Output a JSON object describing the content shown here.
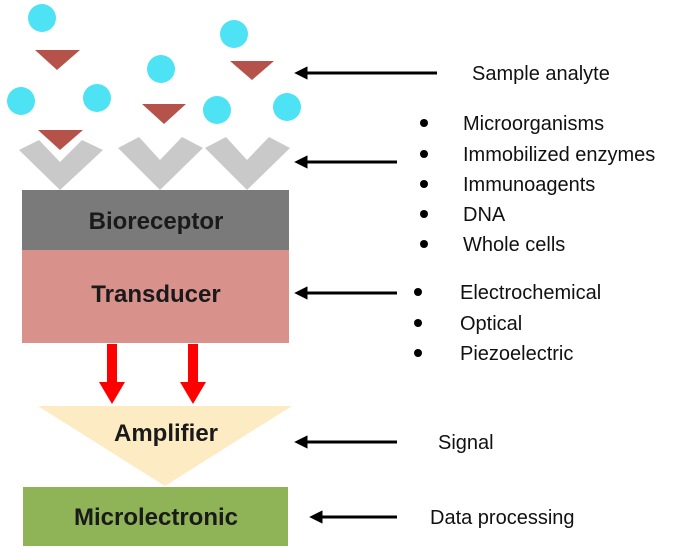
{
  "blocks": {
    "bioreceptor": "Bioreceptor",
    "transducer": "Transducer",
    "amplifier": "Amplifier",
    "microelectronic": "Microlectronic"
  },
  "labels": {
    "sample_analyte": "Sample analyte",
    "signal": "Signal",
    "data_processing": "Data processing"
  },
  "bioreceptor_types": [
    "Microorganisms",
    "Immobilized enzymes",
    "Immunoagents",
    "DNA",
    "Whole cells"
  ],
  "transducer_types": [
    "Electrochemical",
    "Optical",
    "Piezoelectric"
  ],
  "colors": {
    "analyte_circle": "#4de3f5",
    "analyte_triangle": "#b5534a",
    "receptor_chevron": "#c9c9c9",
    "bioreceptor": "#7a7a7a",
    "transducer": "#d9918c",
    "amplifier": "#fdebc3",
    "microelectronic": "#8fb357",
    "down_arrow": "#ff0000",
    "pointer_arrow": "#000000"
  }
}
